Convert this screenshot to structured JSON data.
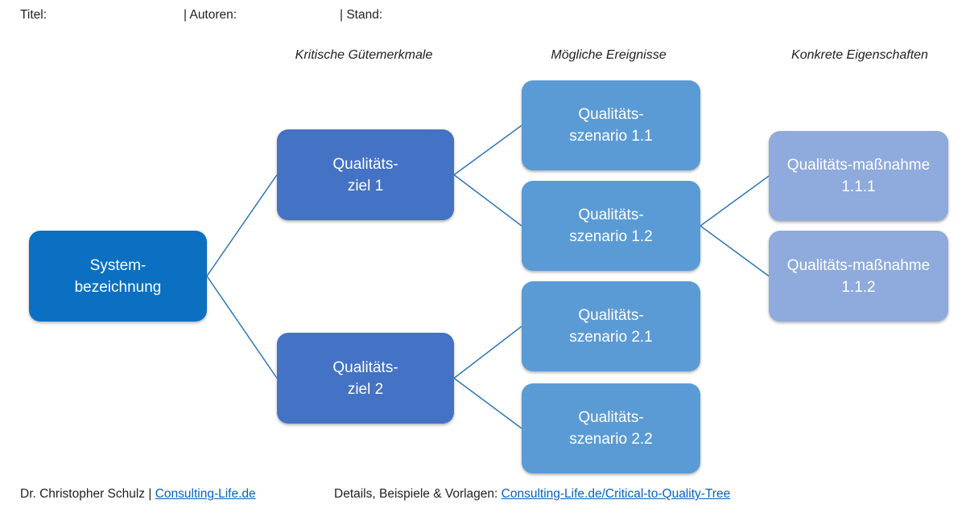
{
  "meta": {
    "titel_label": "Titel:",
    "autoren_label": "| Autoren:",
    "stand_label": "| Stand:"
  },
  "column_headers": {
    "col1": "Kritische Gütemerkmale",
    "col2": "Mögliche Ereignisse",
    "col3": "Konkrete Eigenschaften"
  },
  "nodes": {
    "system": {
      "line1": "System-",
      "line2": "bezeichnung"
    },
    "ziel1": {
      "line1": "Qualitäts-",
      "line2": "ziel 1"
    },
    "ziel2": {
      "line1": "Qualitäts-",
      "line2": "ziel 2"
    },
    "sz11": {
      "line1": "Qualitäts-",
      "line2": "szenario 1.1"
    },
    "sz12": {
      "line1": "Qualitäts-",
      "line2": "szenario 1.2"
    },
    "sz21": {
      "line1": "Qualitäts-",
      "line2": "szenario 2.1"
    },
    "sz22": {
      "line1": "Qualitäts-",
      "line2": "szenario 2.2"
    },
    "m111": {
      "line1": "Qualitäts-maßnahme",
      "line2": "1.1.1"
    },
    "m112": {
      "line1": "Qualitäts-maßnahme",
      "line2": "1.1.2"
    }
  },
  "edges": [
    {
      "from": "system",
      "to": "ziel1"
    },
    {
      "from": "system",
      "to": "ziel2"
    },
    {
      "from": "ziel1",
      "to": "sz11"
    },
    {
      "from": "ziel1",
      "to": "sz12"
    },
    {
      "from": "sz12",
      "to": "m111"
    },
    {
      "from": "sz12",
      "to": "m112"
    },
    {
      "from": "ziel2",
      "to": "sz21"
    },
    {
      "from": "ziel2",
      "to": "sz22"
    }
  ],
  "colors": {
    "system_box": "#0B70C2",
    "goal_box": "#4472C4",
    "scenario_box": "#5B9BD5",
    "measure_box": "#8FAADC",
    "connector": "#2E75B6",
    "link": "#0563C1",
    "text_on_box": "#FFFFFF"
  },
  "footer": {
    "author_prefix": "Dr. Christopher Schulz | ",
    "author_link": "Consulting-Life.de",
    "details_prefix": "Details, Beispiele & Vorlagen: ",
    "details_link": "Consulting-Life.de/Critical-to-Quality-Tree"
  }
}
